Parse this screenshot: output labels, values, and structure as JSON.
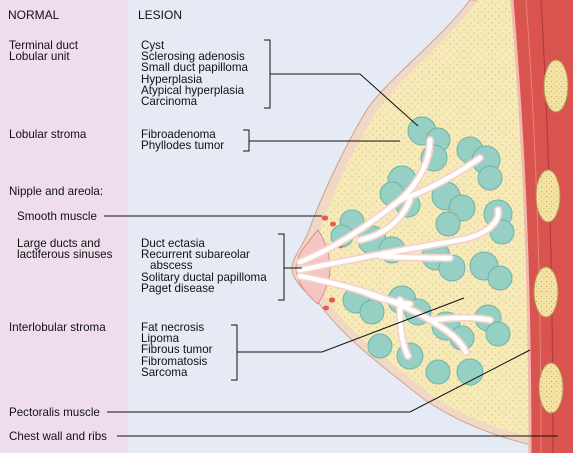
{
  "headers": {
    "normal": "NORMAL",
    "lesion": "LESION"
  },
  "normal": {
    "terminal_duct_1": "Terminal duct",
    "terminal_duct_2": "Lobular unit",
    "lobular_stroma": "Lobular stroma",
    "nipple_areola": "Nipple and areola:",
    "smooth_muscle": "Smooth muscle",
    "large_ducts_1": "Large ducts and",
    "large_ducts_2": "lactiferous sinuses",
    "interlobular_stroma": "Interlobular stroma",
    "pectoralis_muscle": "Pectoralis muscle",
    "chest_wall": "Chest wall and ribs"
  },
  "lesions": {
    "tdlu": [
      "Cyst",
      "Sclerosing adenosis",
      "Small duct papilloma",
      "Hyperplasia",
      "Atypical hyperplasia",
      "Carcinoma"
    ],
    "lobular_stroma": [
      "Fibroadenoma",
      "Phyllodes tumor"
    ],
    "large_ducts": [
      "Duct ectasia",
      "Recurrent subareolar",
      "abscess",
      "Solitary ductal papilloma",
      "Paget disease"
    ],
    "interlobular_stroma": [
      "Fat necrosis",
      "Lipoma",
      "Fibrous tumor",
      "Fibromatosis",
      "Sarcoma"
    ]
  },
  "colors": {
    "normal_panel": "#efdded",
    "lesion_panel": "#e5eaf5",
    "breast_fat": "#f6eab8",
    "lobule": "#96cfc4",
    "duct": "#ffffff",
    "muscle": "#d9544f",
    "rib": "#f4e3a4"
  }
}
